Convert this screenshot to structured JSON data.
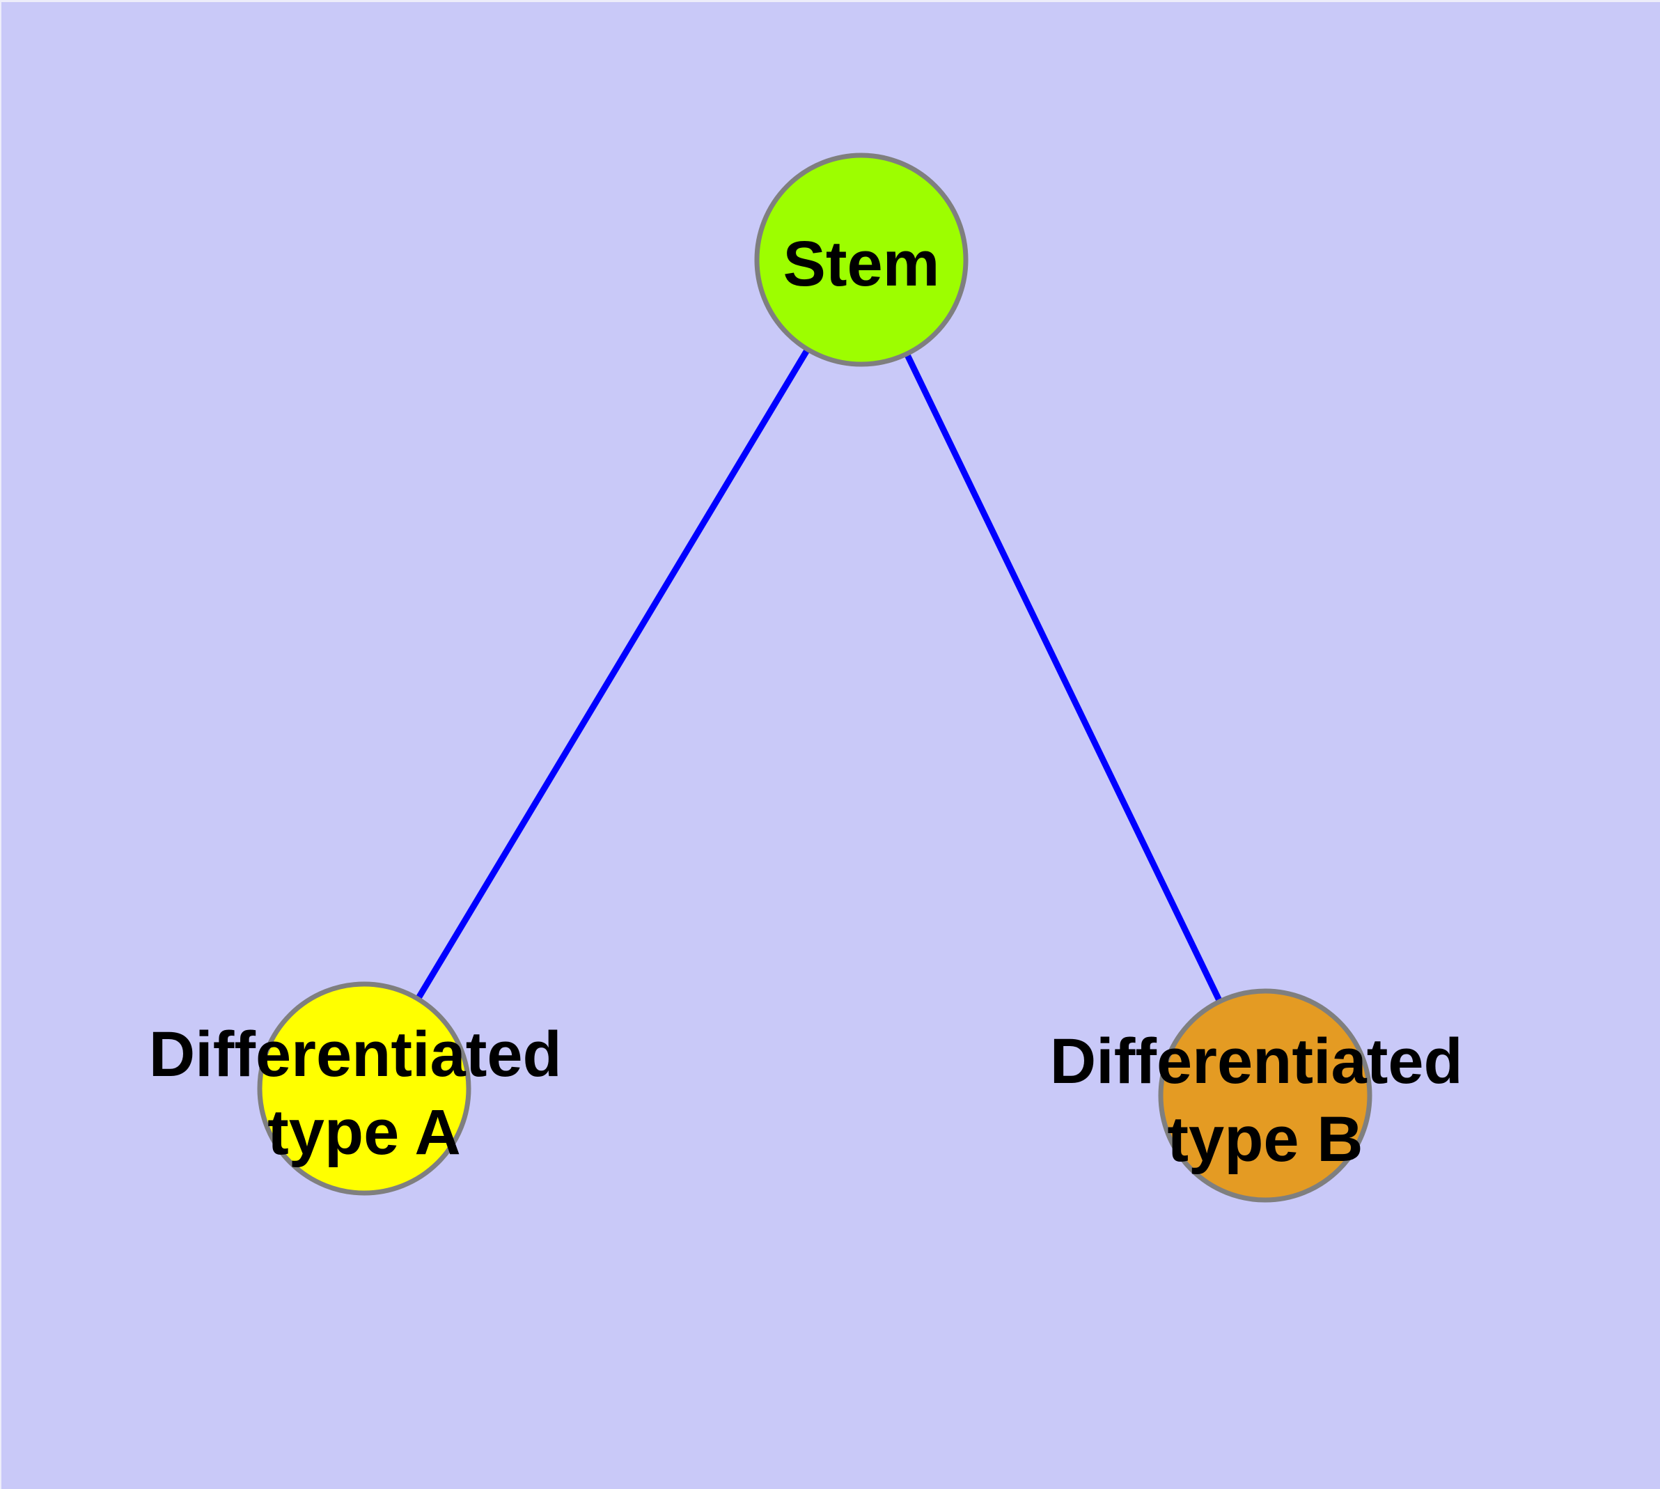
{
  "diagram": {
    "background_color": "#C9C9F8",
    "edge_color": "#0000FF",
    "node_border_color": "#7F7F7F",
    "nodes": {
      "stem": {
        "label": "Stem",
        "fill": "#9DFE00"
      },
      "type_a": {
        "label_line1": "Differentiated",
        "label_line2": "type A",
        "fill": "#FFFF00"
      },
      "type_b": {
        "label_line1": "Differentiated",
        "label_line2": "type B",
        "fill": "#E49B23"
      }
    },
    "edges": [
      {
        "from": "stem",
        "to": "type_a"
      },
      {
        "from": "stem",
        "to": "type_b"
      }
    ]
  }
}
